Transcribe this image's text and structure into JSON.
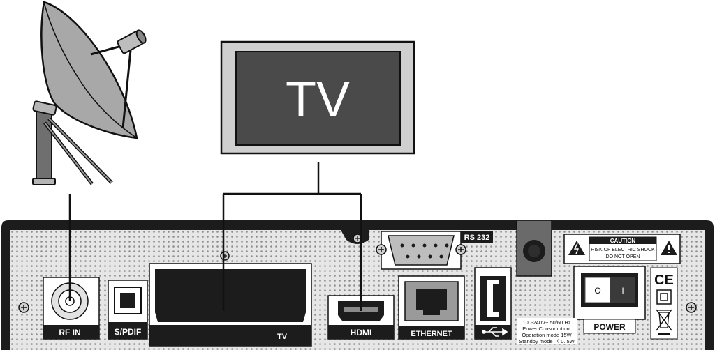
{
  "tv": {
    "label": "TV"
  },
  "ports": {
    "rf_in": "RF IN",
    "spdif": "S/PDIF",
    "scart": "TV",
    "hdmi": "HDMI",
    "ethernet": "ETHERNET",
    "rs232": "RS 232",
    "power": "POWER"
  },
  "caution": {
    "title": "CAUTION",
    "line1": "RISK OF ELECTRIC SHOCK",
    "line2": "DO NOT OPEN"
  },
  "specs": {
    "line1": "100-240V~   50/60 Hz",
    "line2": "Power Consumption:",
    "line3": "Operation  mode 15W",
    "line4": "Standby mode 〈 0. 5W"
  },
  "marks": {
    "ce": "CE",
    "power_off": "O",
    "power_on": "I"
  },
  "colors": {
    "panel": "#e4e4e4",
    "frame": "#1c1c1c",
    "screen": "#4a4a4a",
    "tv_frame": "#cfcfcf"
  }
}
